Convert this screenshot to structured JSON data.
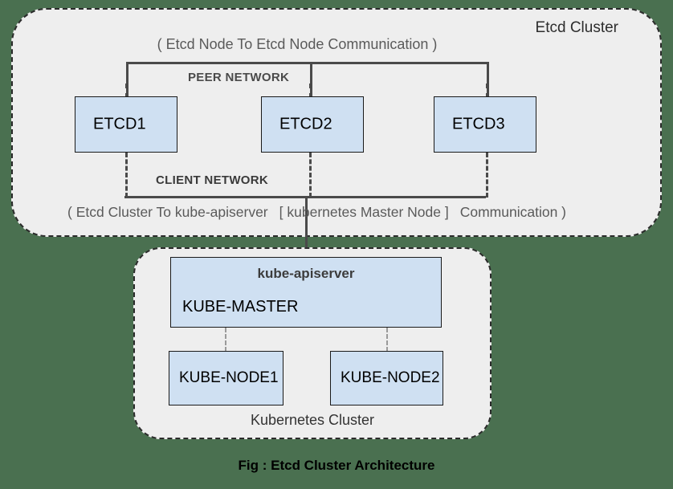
{
  "figure": {
    "caption": "Fig : Etcd Cluster Architecture",
    "background_color": "#4a7050"
  },
  "etcd_cluster": {
    "title": "Etcd Cluster",
    "peer_communication_text": "( Etcd Node To Etcd Node Communication )",
    "peer_network_label": "PEER NETWORK",
    "client_network_label": "CLIENT NETWORK",
    "client_communication_text_part1": "( Etcd Cluster To kube-apiserver",
    "client_communication_text_part2": "[ kubernetes Master Node ]",
    "client_communication_text_part3": "Communication )",
    "container_fill": "#eeeeee",
    "nodes": [
      {
        "label": "ETCD1"
      },
      {
        "label": "ETCD2"
      },
      {
        "label": "ETCD3"
      }
    ]
  },
  "kubernetes_cluster": {
    "title": "Kubernetes Cluster",
    "container_fill": "#eeeeee",
    "master": {
      "component_label": "kube-apiserver",
      "node_label": "KUBE-MASTER"
    },
    "worker_nodes": [
      {
        "label": "KUBE-NODE1"
      },
      {
        "label": "KUBE-NODE2"
      }
    ]
  },
  "style": {
    "node_fill": "#cfe0f2",
    "node_border": "#1a1a1a",
    "line_color": "#4a4a4a",
    "dashed_border": "#2b2b2b"
  }
}
